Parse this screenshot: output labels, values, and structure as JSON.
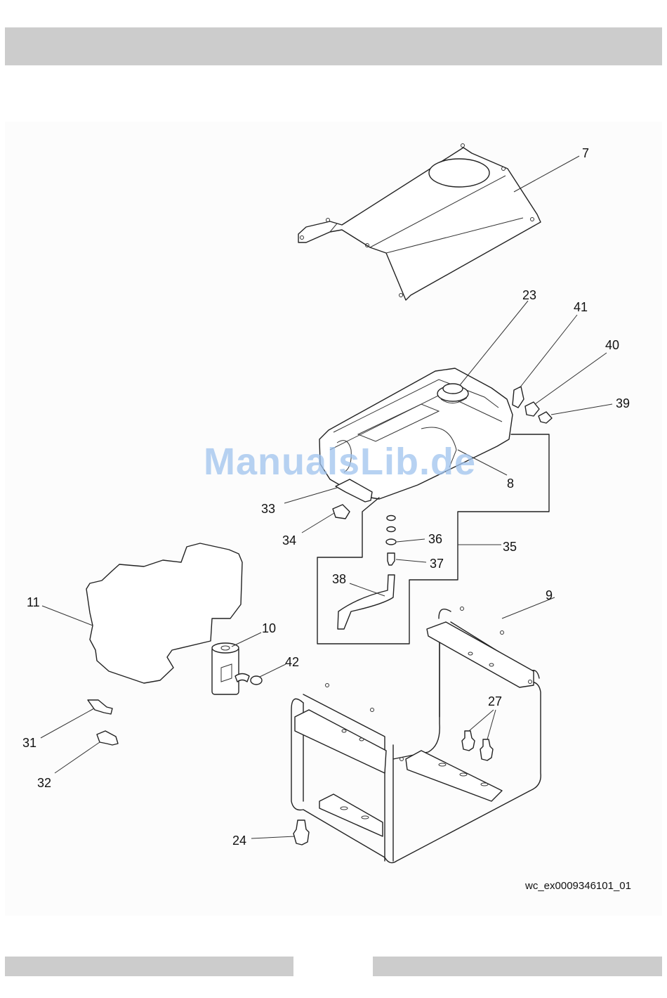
{
  "diagram": {
    "callouts": [
      {
        "id": "7",
        "label": "7"
      },
      {
        "id": "23",
        "label": "23"
      },
      {
        "id": "41",
        "label": "41"
      },
      {
        "id": "40",
        "label": "40"
      },
      {
        "id": "39",
        "label": "39"
      },
      {
        "id": "8",
        "label": "8"
      },
      {
        "id": "33",
        "label": "33"
      },
      {
        "id": "34",
        "label": "34"
      },
      {
        "id": "36",
        "label": "36"
      },
      {
        "id": "35",
        "label": "35"
      },
      {
        "id": "37",
        "label": "37"
      },
      {
        "id": "38",
        "label": "38"
      },
      {
        "id": "11",
        "label": "11"
      },
      {
        "id": "10",
        "label": "10"
      },
      {
        "id": "42",
        "label": "42"
      },
      {
        "id": "9",
        "label": "9"
      },
      {
        "id": "27",
        "label": "27"
      },
      {
        "id": "31",
        "label": "31"
      },
      {
        "id": "32",
        "label": "32"
      },
      {
        "id": "24",
        "label": "24"
      }
    ],
    "figure_id": "wc_ex0009346101_01"
  },
  "watermark": "ManualsLib.de"
}
